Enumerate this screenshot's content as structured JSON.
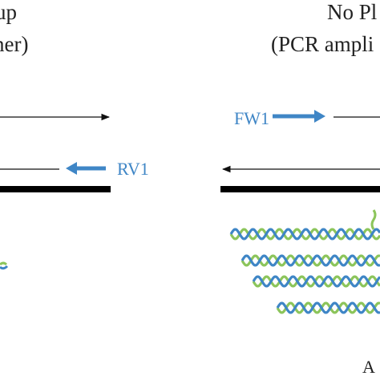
{
  "left_panel": {
    "title_line1": "up",
    "title_line2": "ner)",
    "primer_label": "RV1"
  },
  "right_panel": {
    "title_line1": "No Pl",
    "title_line2": "(PCR ampli",
    "primer_label": "FW1"
  },
  "corner_label": "A",
  "colors": {
    "primer": "#3f86c6",
    "strand": "#111111",
    "template": "#000000",
    "helix_blue": "#3f86c6",
    "helix_green": "#8cc55b"
  }
}
